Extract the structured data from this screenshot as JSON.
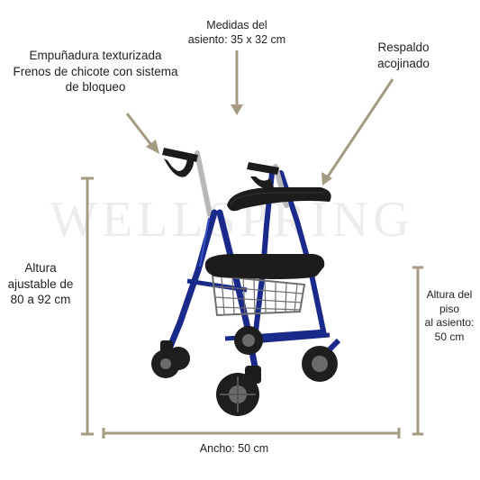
{
  "watermark": {
    "text": "WELLSPRING"
  },
  "labels": {
    "grip": [
      "Empuñadura texturizada",
      "Frenos de chicote con sistema",
      "de bloqueo"
    ],
    "seat_size": [
      "Medidas del",
      "asiento: 35 x 32 cm"
    ],
    "backrest": [
      "Respaldo",
      "acojinado"
    ],
    "height": [
      "Altura",
      "ajustable de",
      "80 a 92 cm"
    ],
    "floor_to_seat": [
      "Altura del",
      "piso",
      "al asiento:",
      "50 cm"
    ],
    "width": [
      "Ancho: 50 cm"
    ]
  },
  "colors": {
    "arrow": "#a59a82",
    "frame": "#1a2a8a",
    "frame_highlight": "#3a52c8",
    "seat": "#1c1c1c",
    "wheel": "#1e1e1e",
    "wheel_hub": "#6a6a6a",
    "chrome": "#b8b8b8",
    "basket": "#6e6e6e"
  },
  "product_image": {
    "name": "rollator-walker"
  }
}
